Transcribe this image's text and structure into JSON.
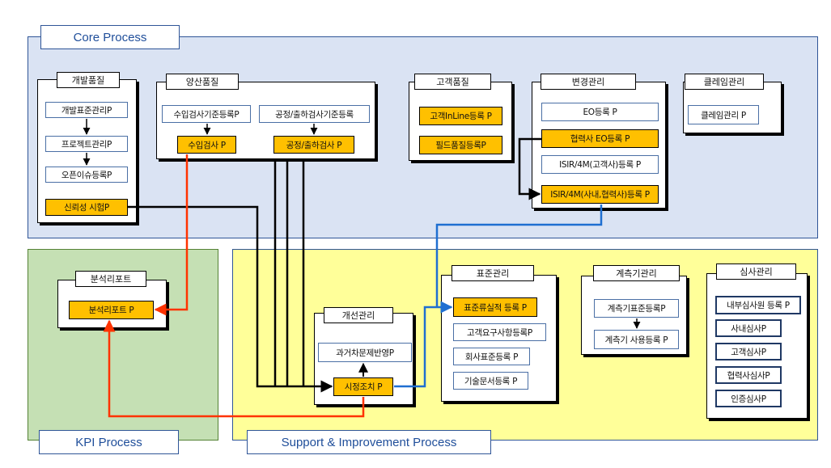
{
  "regions": {
    "core": "Core Process",
    "kpi": "KPI Process",
    "support": "Support  & Improvement Process"
  },
  "groups": {
    "dev_quality": {
      "title": "개발품질",
      "items": [
        "개발표준관리P",
        "프로젝트관리P",
        "오픈이슈등록P",
        "신뢰성 시험P"
      ]
    },
    "mass_quality": {
      "title": "양산품질",
      "items": [
        "수입검사기준등록P",
        "공정/출하검사기준등록",
        "수입검사 P",
        "공정/출하검사 P"
      ]
    },
    "customer_quality": {
      "title": "고객품질",
      "items": [
        "고객InLine등록 P",
        "필드품질등록P"
      ]
    },
    "change_mgmt": {
      "title": "변경관리",
      "items": [
        "EO등록  P",
        "협력사 EO등록  P",
        "ISIR/4M(고객사)등록 P",
        "ISIR/4M(사내,협력사)등록 P"
      ]
    },
    "claim_mgmt": {
      "title": "클레임관리",
      "items": [
        "클레임관리 P"
      ]
    },
    "analysis_report": {
      "title": "분석리포트",
      "items": [
        "분석리포트 P"
      ]
    },
    "improvement": {
      "title": "개선관리",
      "items": [
        "과거차문제반영P",
        "시정조치  P"
      ]
    },
    "standard_mgmt": {
      "title": "표준관리",
      "items": [
        "표준류실적 등록 P",
        "고객요구사항등록P",
        "회사표준등록  P",
        "기술문서등록 P"
      ]
    },
    "instrument_mgmt": {
      "title": "계측기관리",
      "items": [
        "계측기표준등록P",
        "계측기 사용등록 P"
      ]
    },
    "audit_mgmt": {
      "title": "심사관리",
      "items": [
        "내부심사원 등록  P",
        "사내심사P",
        "고객심사P",
        "협력사심사P",
        "인증심사P"
      ]
    }
  },
  "colors": {
    "highlight": "#ffc000",
    "core_bg": "#dae3f3",
    "kpi_bg": "#c5e0b4",
    "support_bg": "#ffff99",
    "arrow_black": "#000000",
    "arrow_red": "#ff3300",
    "arrow_blue": "#1f6fd1"
  }
}
